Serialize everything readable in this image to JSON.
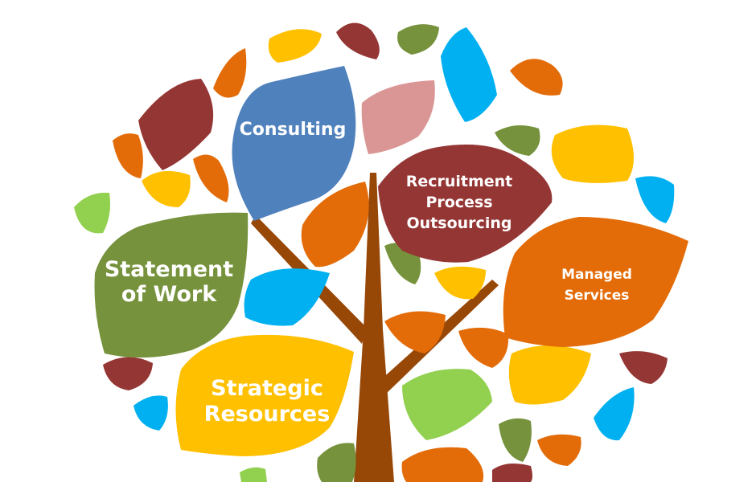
{
  "colors": {
    "orange": "#E36C09",
    "dark_red": "#943634",
    "yellow": "#FFC000",
    "blue": "#4F81BD",
    "sky": "#00B0F0",
    "pink": "#DA9694",
    "green": "#76923C",
    "light_green": "#92D050",
    "trunk": "#974706"
  },
  "leaves": {
    "consulting": {
      "label": "Consulting"
    },
    "rpo": {
      "lines": [
        "Recruitment",
        "Process",
        "Outsourcing"
      ]
    },
    "sow": {
      "lines": [
        "Statement",
        "of Work"
      ]
    },
    "managed": {
      "lines": [
        "Managed",
        "Services"
      ]
    },
    "strategic": {
      "lines": [
        "Strategic",
        "Resources"
      ]
    }
  }
}
